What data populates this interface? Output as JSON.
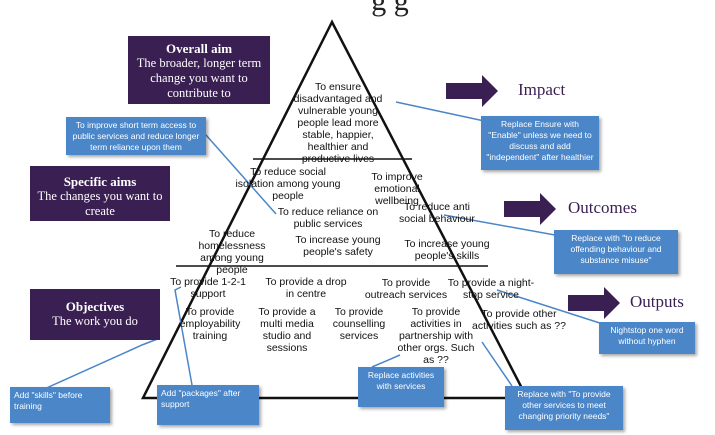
{
  "header": {
    "title_fragment": "g g"
  },
  "purple_boxes": {
    "overall": {
      "heading": "Overall aim",
      "body": "The broader, longer term change you want to contribute to"
    },
    "specific": {
      "heading": "Specific aims",
      "body": "The changes you want to create"
    },
    "objectives": {
      "heading": "Objectives",
      "body": "The work you do"
    }
  },
  "side_labels": {
    "impact": "Impact",
    "outcomes": "Outcomes",
    "outputs": "Outputs"
  },
  "triangle": {
    "top": "To ensure disadvantaged and vulnerable young people lead more stable, happier, healthier and productive lives",
    "middle": [
      "To reduce social isolation among young people",
      "To improve emotional wellbeing",
      "To reduce reliance on public services",
      "To reduce anti social behaviour",
      "To reduce homelessness among young people",
      "To increase young people's safety",
      "To increase young people's skills"
    ],
    "bottom": [
      "To provide 1-2-1 support",
      "To provide a drop in centre",
      "To provide outreach services",
      "To provide a night-stop service",
      "To provide employability training",
      "To provide a multi media studio and sessions",
      "To provide counselling services",
      "To provide activities in partnership with other orgs. Such as ??",
      "To provide other activities such as ??"
    ]
  },
  "comments": {
    "short_term": "To improve short term access to public services and reduce longer term reliance upon them",
    "enable": "Replace Ensure with \"Enable\" unless we need to discuss and add \"independent\" after healthier",
    "offending": "Replace with \"to reduce offending behaviour and substance misuse\"",
    "nightstop": "Nightstop one word without hyphen",
    "skills": "Add \"skills\" before training",
    "packages": "Add \"packages\" after support",
    "services": "Replace activities with services",
    "other_services": "Replace with \"To provide other services to meet changing priority needs\""
  },
  "colors": {
    "purple": "#3a1f52",
    "comment_blue": "#4a86c8",
    "connector": "#4a86c8"
  }
}
